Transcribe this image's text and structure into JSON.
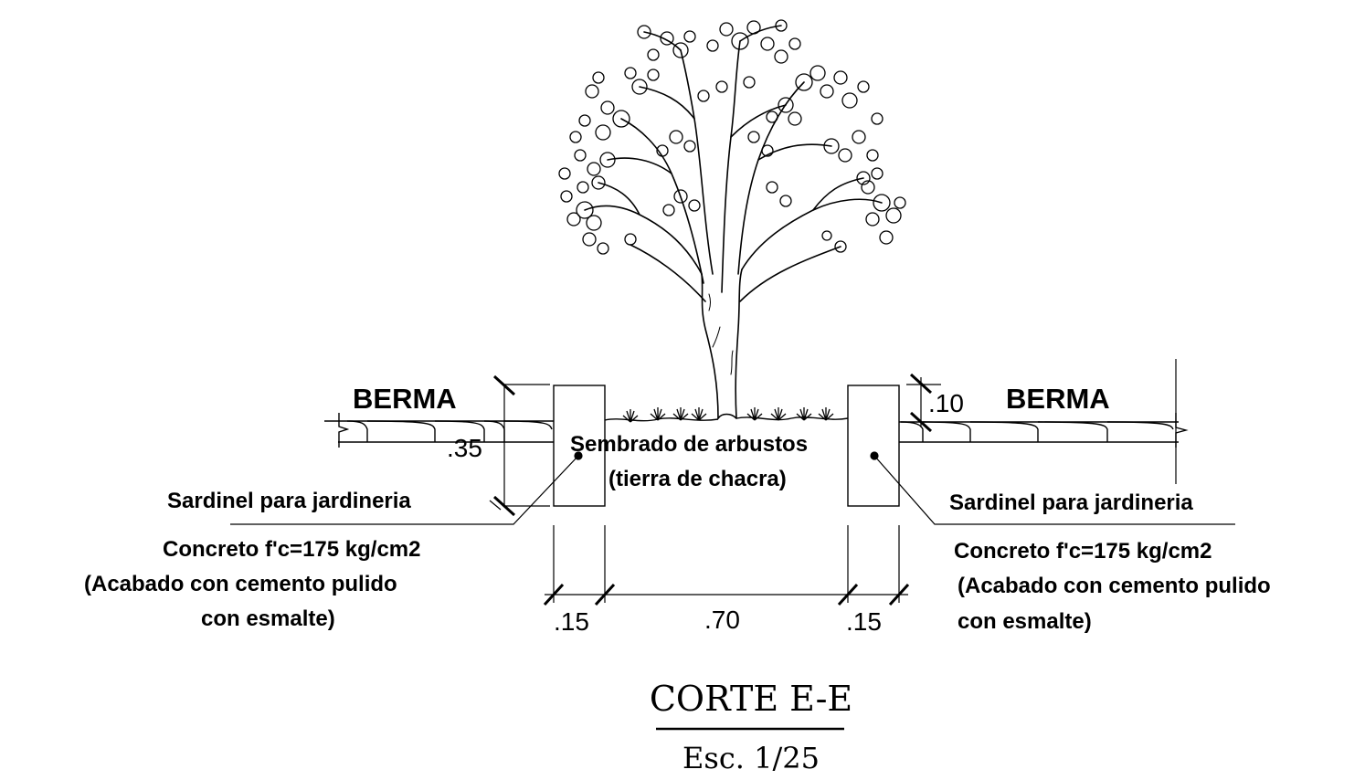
{
  "title": "CORTE E-E",
  "scale": "Esc. 1/25",
  "labels": {
    "berma_left": "BERMA",
    "berma_right": "BERMA",
    "planting_line1": "Sembrado de arbustos",
    "planting_line2": "(tierra de chacra)",
    "sardinel_left": "Sardinel para jardineria",
    "sardinel_right": "Sardinel para jardineria",
    "concrete_left": {
      "line1": "Concreto f'c=175 kg/cm2",
      "line2": "(Acabado con cemento pulido",
      "line3": "con esmalte)"
    },
    "concrete_right": {
      "line1": "Concreto f'c=175 kg/cm2",
      "line2": "(Acabado con cemento pulido",
      "line3": "con esmalte)"
    }
  },
  "dimensions": {
    "curb_height": ".35",
    "step_height": ".10",
    "curb_width_left": ".15",
    "planter_width": ".70",
    "curb_width_right": ".15"
  },
  "colors": {
    "ink": "#000000",
    "background": "#ffffff"
  }
}
